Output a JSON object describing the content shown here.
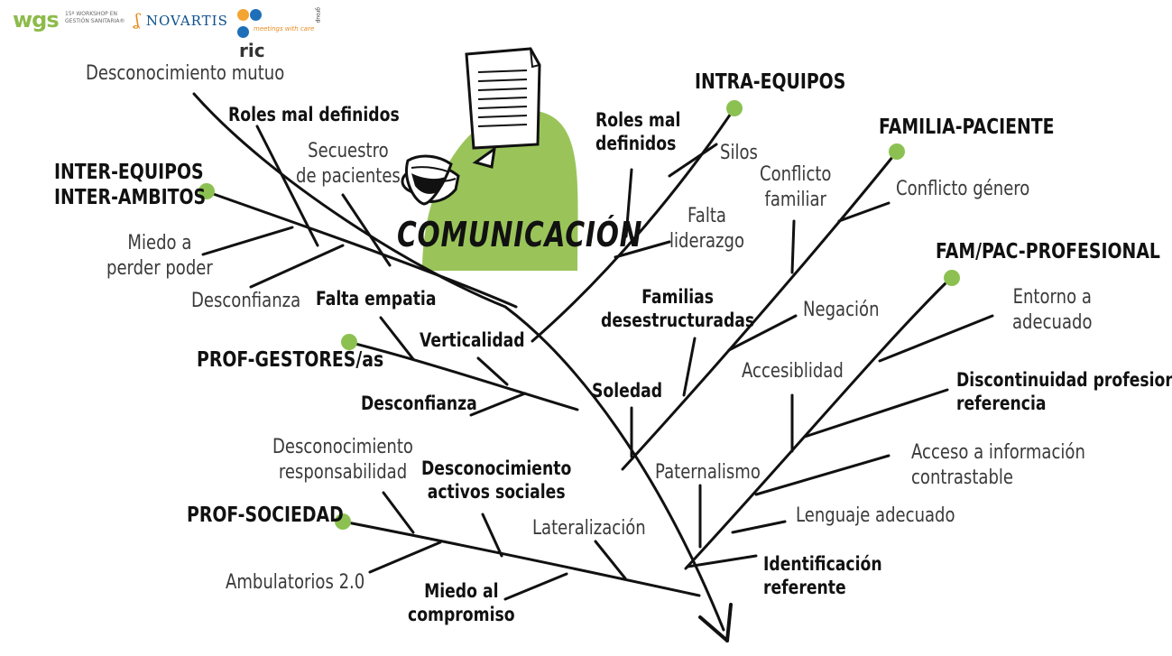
{
  "logos": {
    "wgs": "wgs",
    "wgs_sub": "15º WORKSHOP EN GESTIÓN SANITARIA®",
    "novartis": "NOVARTIS",
    "ric": "ric",
    "ric_group": "group",
    "ric_tagline": "meetings with care"
  },
  "title": "COMUNICACIÓN",
  "colors": {
    "accent_green": "#9ac45a",
    "node_green": "#8cc152",
    "ink": "#111111",
    "novartis_blue": "#0b4f8c",
    "novartis_orange": "#e98a1d",
    "ric_orange": "#f08a24",
    "ric_blue": "#1e6fb8"
  },
  "icons": [
    "document-icon",
    "speech-bubble-icon",
    "mouth-icon",
    "arrow-head-icon"
  ],
  "categories": {
    "inter_equipos": [
      "INTER-EQUIPOS",
      "INTER-AMBITOS"
    ],
    "prof_gestores": "PROF-GESTORES/as",
    "prof_sociedad": "PROF-SOCIEDAD",
    "intra_equipos": "INTRA-EQUIPOS",
    "familia_paciente": "FAMILIA-PACIENTE",
    "fam_pac_profesional": "FAM/PAC-PROFESIONAL"
  },
  "causes": {
    "inter": {
      "desconocimiento_mutuo": "Desconocimiento mutuo",
      "roles_mal_definidos": "Roles mal definidos",
      "secuestro": [
        "Secuestro",
        "de pacientes"
      ],
      "miedo_perder": [
        "Miedo a",
        "perder poder"
      ],
      "desconfianza": "Desconfianza"
    },
    "gestores": {
      "falta_empatia": "Falta empatia",
      "verticalidad": "Verticalidad",
      "desconfianza": "Desconfianza"
    },
    "sociedad": {
      "desconocimiento_resp": [
        "Desconocimiento",
        "responsabilidad"
      ],
      "desconocimiento_activos": [
        "Desconocimiento",
        "activos sociales"
      ],
      "lateralizacion": "Lateralización",
      "ambulatorios": "Ambulatorios 2.0",
      "miedo_compromiso": [
        "Miedo al",
        "compromiso"
      ]
    },
    "intra": {
      "roles_mal_definidos": [
        "Roles mal",
        "definidos"
      ],
      "silos": "Silos",
      "falta_liderazgo": [
        "Falta",
        "liderazgo"
      ]
    },
    "familia": {
      "conflicto_familiar": [
        "Conflicto",
        "familiar"
      ],
      "conflicto_genero": "Conflicto género",
      "familias_desestructuradas": [
        "Familias",
        "desestructuradas"
      ],
      "negacion": "Negación",
      "soledad": "Soledad"
    },
    "profesional": {
      "entorno": [
        "Entorno a",
        "adecuado"
      ],
      "accesibilidad": "Accesiblidad",
      "discontinuidad": [
        "Discontinuidad profesional",
        "referencia"
      ],
      "paternalismo": "Paternalismo",
      "acceso_info": [
        "Acceso a información",
        "contrastable"
      ],
      "lenguaje": "Lenguaje adecuado",
      "identificacion": [
        "Identificación",
        "referente"
      ]
    }
  }
}
